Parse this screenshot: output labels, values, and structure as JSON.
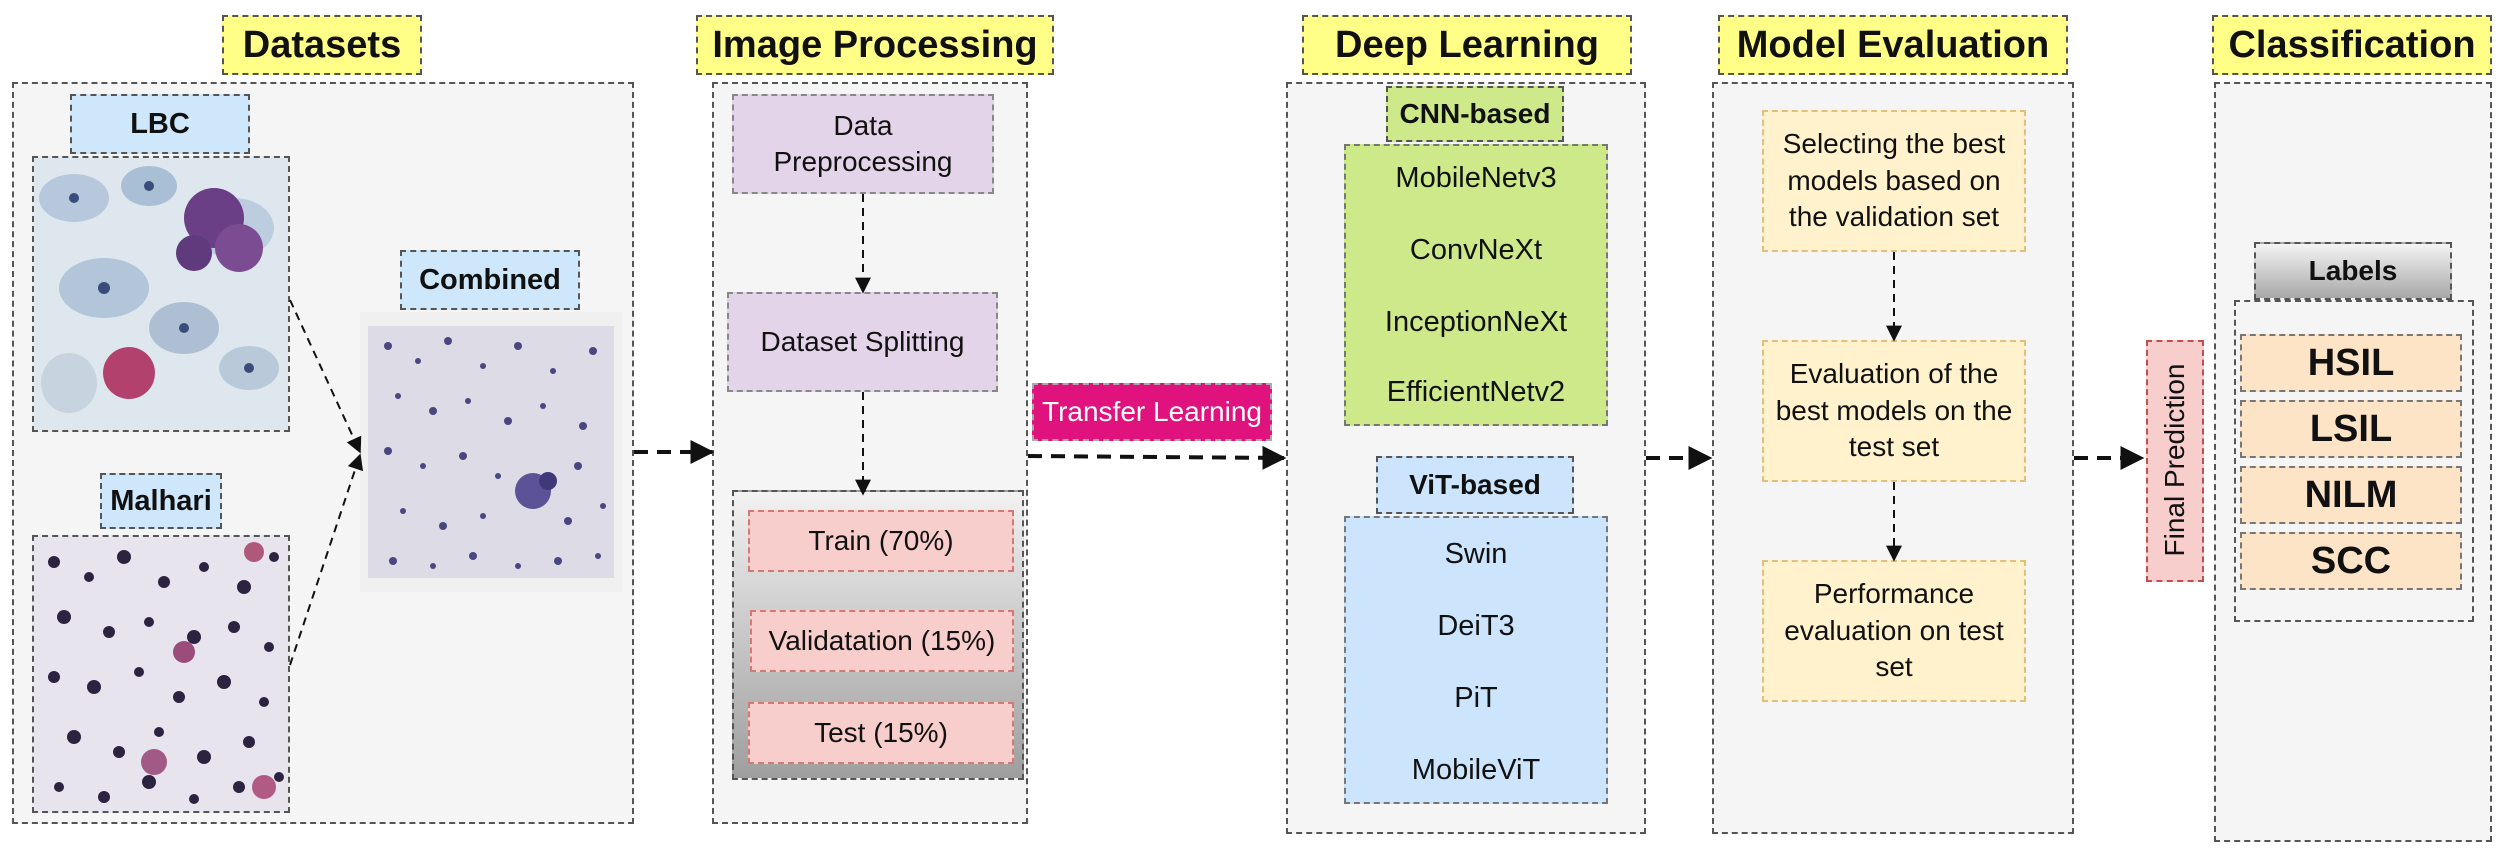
{
  "sections": {
    "datasets": "Datasets",
    "image_processing": "Image Processing",
    "deep_learning": "Deep Learning",
    "model_evaluation": "Model Evaluation",
    "classification": "Classification"
  },
  "datasets": {
    "lbc": "LBC",
    "malhari": "Malhari",
    "combined": "Combined"
  },
  "processing": {
    "preprocessing": "Data Preprocessing",
    "splitting": "Dataset Splitting",
    "splits": [
      "Train (70%)",
      "Validatation (15%)",
      "Test (15%)"
    ]
  },
  "transfer_learning": "Transfer Learning",
  "deep_learning": {
    "cnn_title": "CNN-based",
    "cnn_models": [
      "MobileNetv3",
      "ConvNeXt",
      "InceptionNeXt",
      "EfficientNetv2"
    ],
    "vit_title": "ViT-based",
    "vit_models": [
      "Swin",
      "DeiT3",
      "PiT",
      "MobileViT"
    ]
  },
  "evaluation": {
    "steps": [
      "Selecting the best models based on the validation set",
      "Evaluation of the best models on the test set",
      "Performance evaluation on test set"
    ]
  },
  "final_prediction": "Final Prediction",
  "classification": {
    "labels_title": "Labels",
    "labels": [
      "HSIL",
      "LSIL",
      "NILM",
      "SCC"
    ]
  },
  "colors": {
    "header_bg": "#ffff88",
    "tag_blue": "#cfe7fb",
    "purple": "#e4d4ea",
    "pink": "#f8cecc",
    "green": "#cde98a",
    "blue": "#cce5fc",
    "yellow": "#fff2cc",
    "peach": "#fde4c6",
    "magenta": "#e0137e"
  }
}
